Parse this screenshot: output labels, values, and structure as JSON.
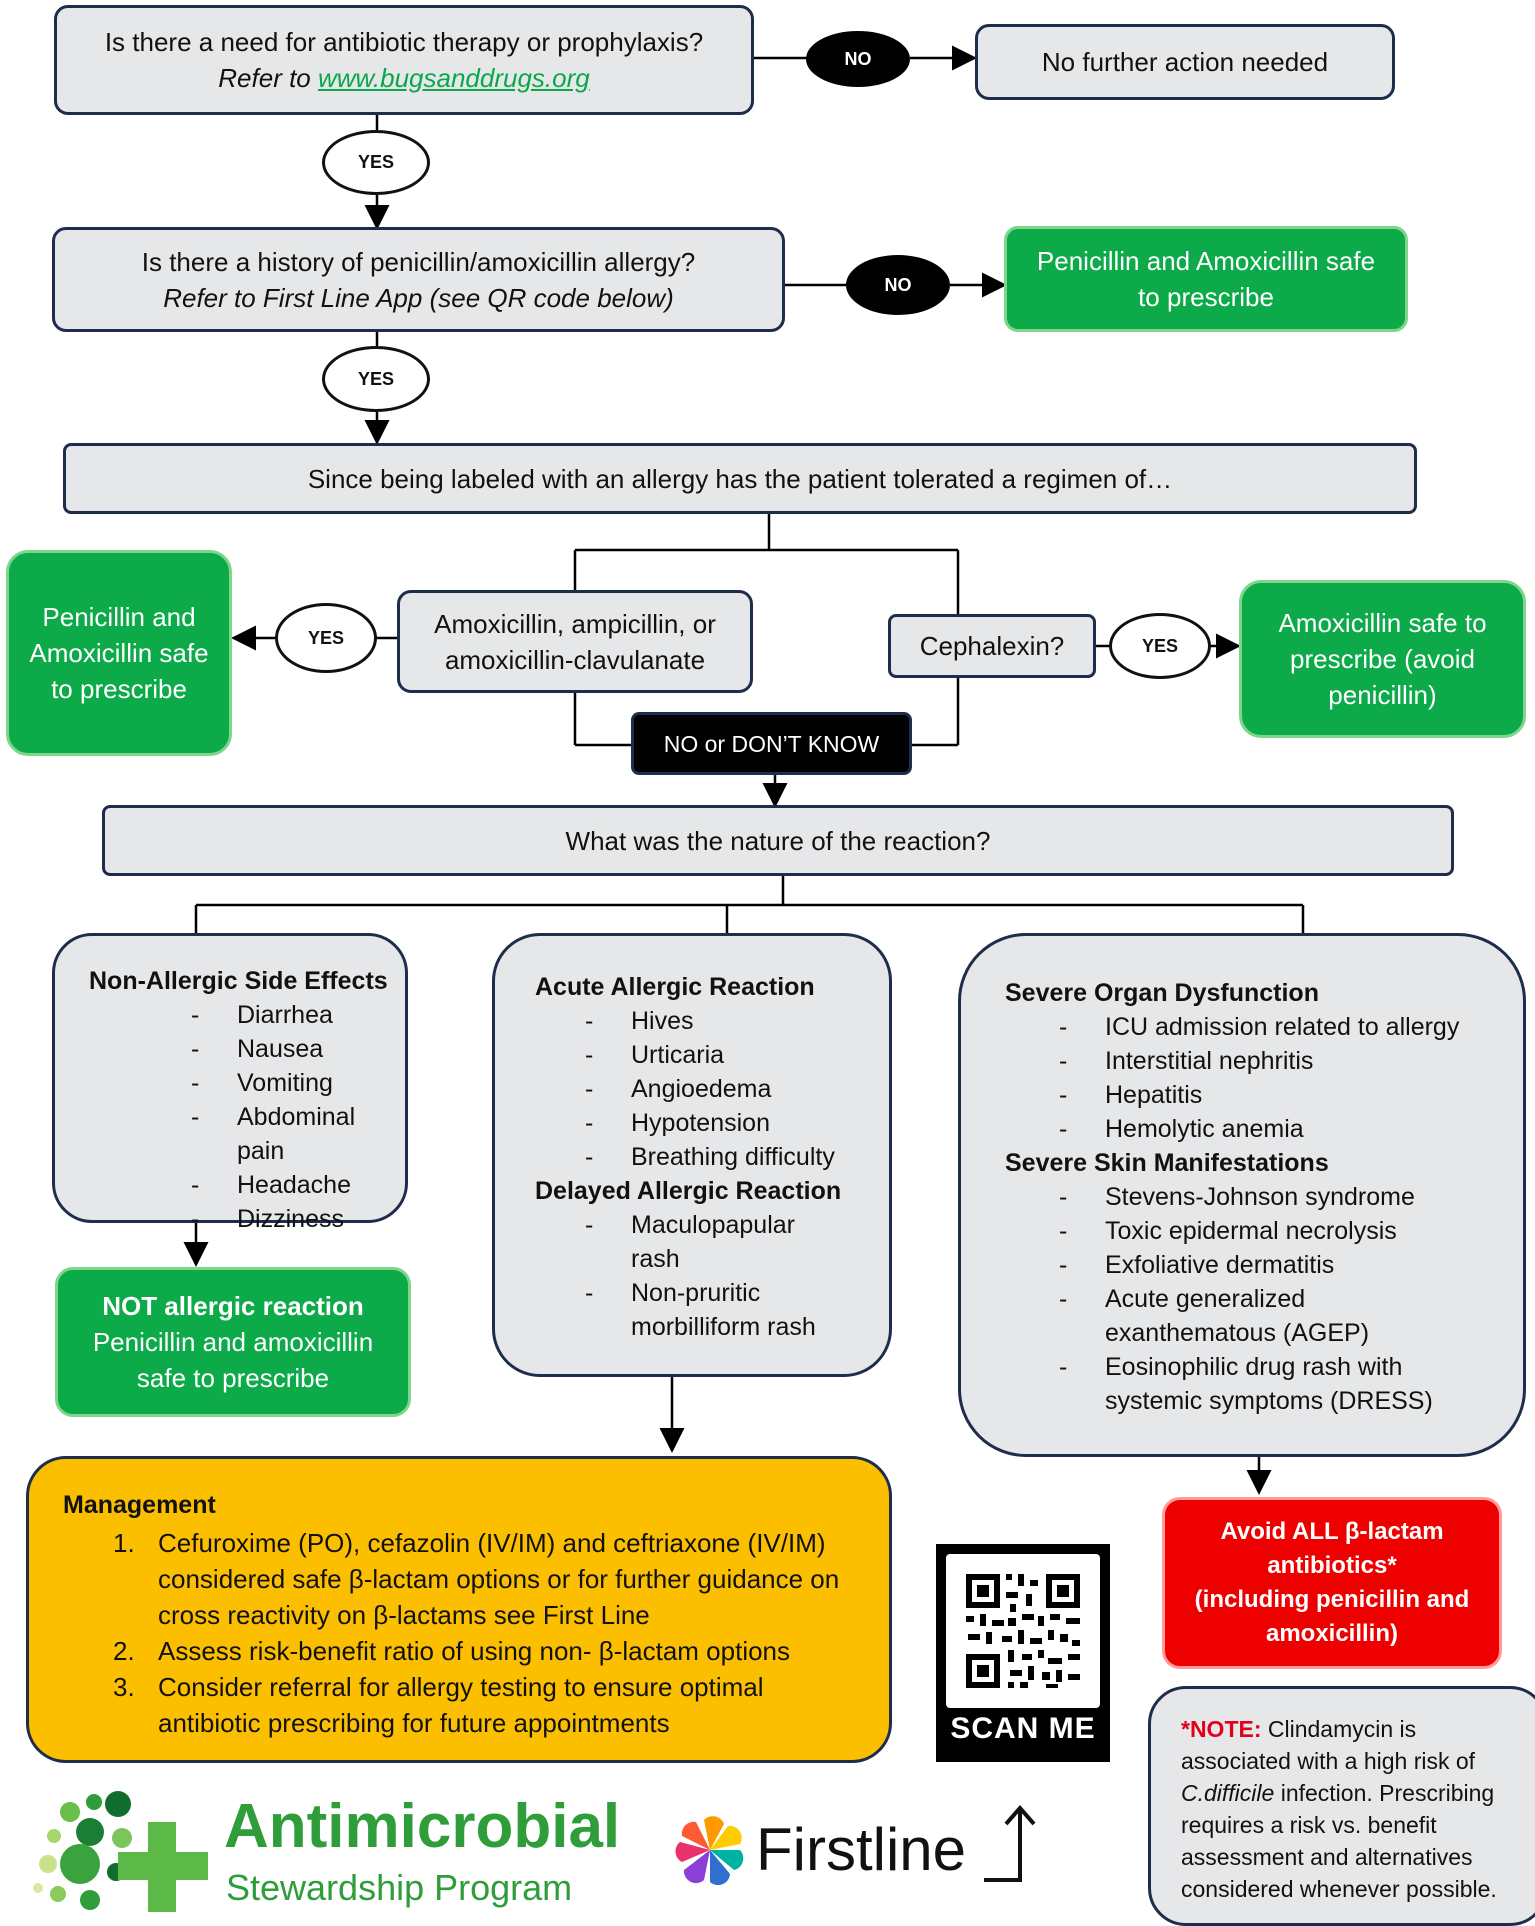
{
  "q1": {
    "line1": "Is there a need for antibiotic therapy or prophylaxis?",
    "refer_prefix": "Refer to ",
    "link": "www.bugsanddrugs.org"
  },
  "no_label": "NO",
  "yes_label": "YES",
  "no_action": "No further action needed",
  "q2": {
    "line1": "Is there a history of penicillin/amoxicillin allergy?",
    "line2": "Refer to First Line App (see QR code below)"
  },
  "safe_top": "Penicillin and Amoxicillin safe to prescribe",
  "tolerated": "Since being labeled with an allergy has the patient tolerated a regimen of…",
  "amox_option": "Amoxicillin, ampicillin, or amoxicillin-clavulanate",
  "safe_left": "Penicillin and Amoxicillin safe to prescribe",
  "cephalexin": "Cephalexin?",
  "amox_safe": "Amoxicillin safe to prescribe (avoid penicillin)",
  "no_or_dont_know": "NO or DON’T KNOW",
  "nature_q": "What was the nature of the reaction?",
  "non_allergic": {
    "title": "Non-Allergic Side Effects",
    "items": [
      "Diarrhea",
      "Nausea",
      "Vomiting",
      "Abdominal pain",
      "Headache",
      "Dizziness"
    ]
  },
  "not_allergic": {
    "title": "NOT allergic reaction",
    "body": "Penicillin and amoxicillin safe to prescribe"
  },
  "acute": {
    "title": "Acute Allergic Reaction",
    "items": [
      "Hives",
      "Urticaria",
      "Angioedema",
      "Hypotension",
      "Breathing difficulty"
    ],
    "title2": "Delayed Allergic Reaction",
    "items2": [
      "Maculopapular rash",
      "Non-pruritic morbilliform rash"
    ]
  },
  "severe": {
    "title": "Severe Organ Dysfunction",
    "items": [
      "ICU admission related to allergy",
      "Interstitial nephritis",
      "Hepatitis",
      "Hemolytic anemia"
    ],
    "title2": "Severe Skin Manifestations",
    "items2": [
      "Stevens-Johnson syndrome",
      "Toxic epidermal necrolysis",
      "Exfoliative dermatitis",
      "Acute generalized exanthematous (AGEP)",
      "Eosinophilic drug rash with systemic symptoms (DRESS)"
    ]
  },
  "management": {
    "title": "Management",
    "items": [
      "Cefuroxime (PO), cefazolin (IV/IM) and ceftriaxone (IV/IM) considered safe β-lactam options or for further guidance on cross reactivity on β-lactams see First Line",
      "Assess risk-benefit ratio of using non- β-lactam options",
      "Consider referral for allergy testing to ensure optimal antibiotic prescribing for future appointments"
    ]
  },
  "avoid": {
    "line1": "Avoid ALL β-lactam",
    "line2": "antibiotics*",
    "line3": "(including penicillin and amoxicillin)"
  },
  "note": {
    "label": "*NOTE:",
    "text1": " Clindamycin is associated with a high risk of ",
    "italic": "C.difficile",
    "text2": " infection. Prescribing requires a risk vs. benefit assessment and alternatives considered whenever possible."
  },
  "qr_label": "SCAN ME",
  "logo_ams": {
    "line1": "Antimicrobial",
    "line2": "Stewardship Program"
  },
  "logo_firstline": "Firstline",
  "colors": {
    "green": "#0daa4a",
    "orange": "#fcbf00",
    "red": "#ee0000",
    "gray": "#e6e7e9",
    "navy": "#1f2d4d"
  }
}
